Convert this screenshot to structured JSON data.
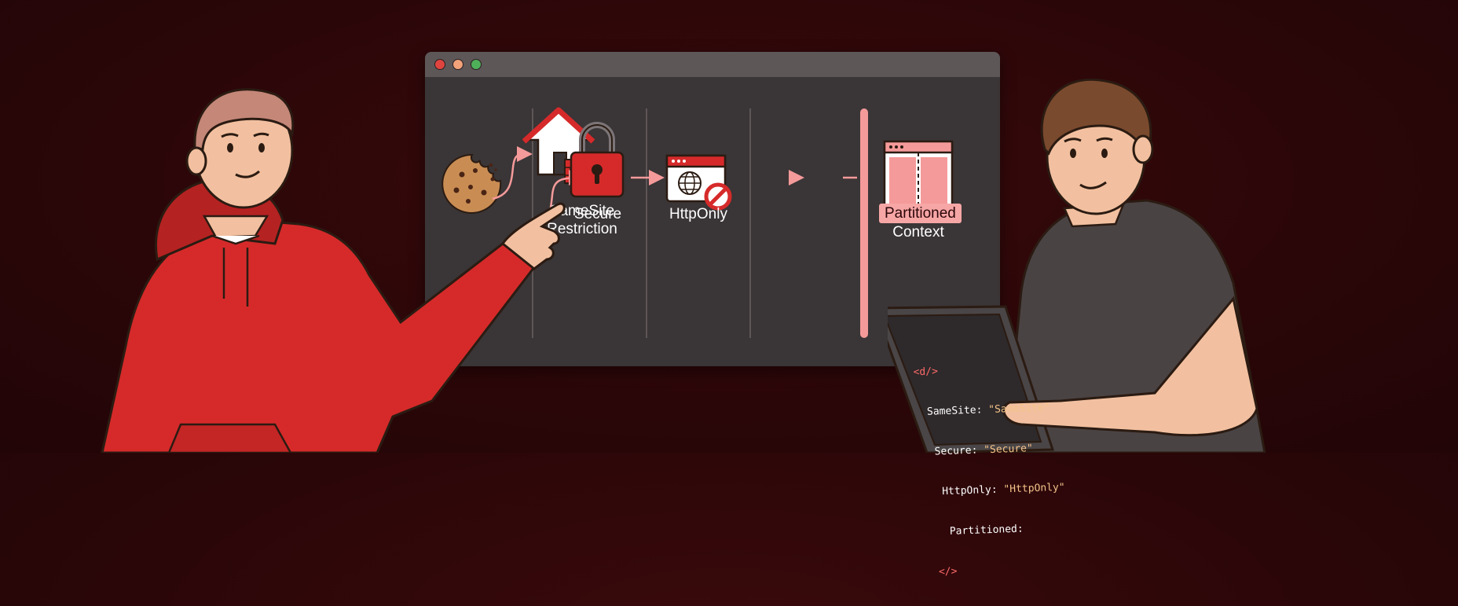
{
  "browser": {
    "steps": [
      {
        "label_line1": "SameSite",
        "label_line2": "Restriction"
      },
      {
        "label_line1": "Secure"
      },
      {
        "label_line1": "HttpOnly"
      },
      {
        "label_line1": "Partitioned",
        "label_line2": "Context"
      }
    ]
  },
  "laptop": {
    "code": {
      "open_tag": "<d/>",
      "samesite_key": "SameSite:",
      "samesite_val": "\"SameSite\"",
      "secure_key": "Secure:",
      "secure_val": "\"Secure\"",
      "httponly_key": "HttpOnly:",
      "httponly_val": "\"HttpOnly\"",
      "partitioned_key": "Partitioned:",
      "close_tag": "</>"
    }
  },
  "colors": {
    "background": "#2a0608",
    "accent_red": "#d62a2a",
    "accent_pink": "#f7a6a6",
    "window_bg": "#3a3536"
  },
  "icons": [
    "cookie-icon",
    "house-firewall-icon",
    "padlock-icon",
    "globe-blocked-icon",
    "partitioned-window-icon",
    "arrow-icon"
  ]
}
